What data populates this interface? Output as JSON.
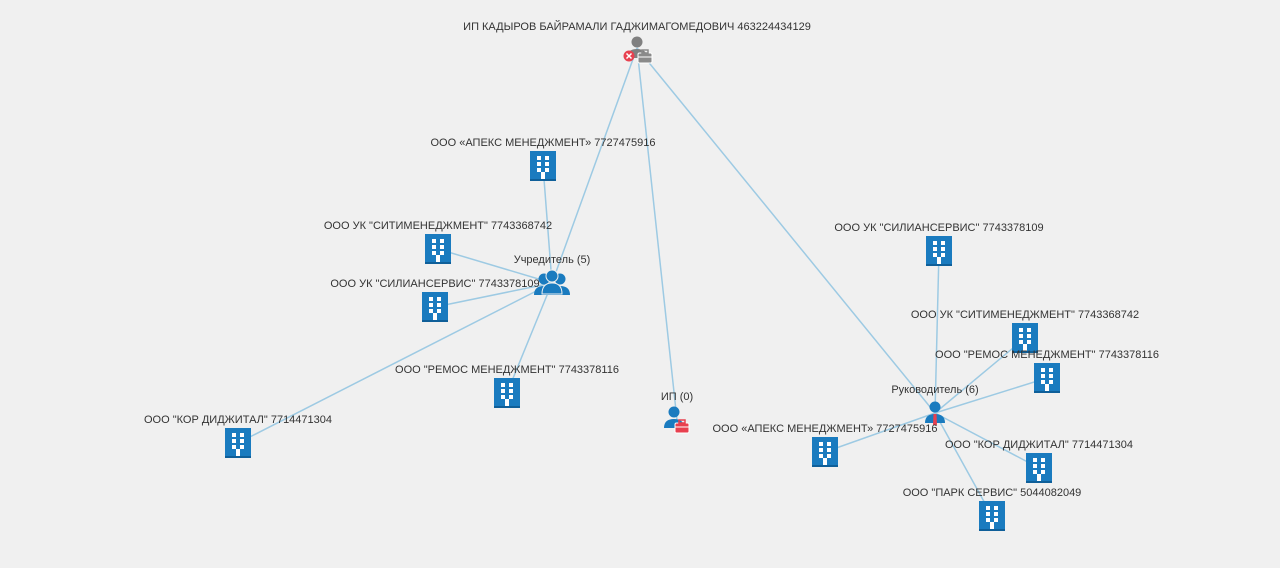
{
  "colors": {
    "edge": "#9dcae3",
    "building": "#1a7bbf",
    "person": "#1a7bbf",
    "root_person": "#808080",
    "alert": "#e8404f",
    "background": "#f0f0f0"
  },
  "root": {
    "id": "root",
    "label": "ИП КАДЫРОВ БАЙРАМАЛИ ГАДЖИМАГОМЕДОВИЧ 463224434129",
    "icon": "person-briefcase-inactive-icon"
  },
  "groups": [
    {
      "id": "founder",
      "label": "Учредитель (5)",
      "icon": "people-group-icon"
    },
    {
      "id": "ip",
      "label": "ИП (0)",
      "icon": "person-briefcase-icon"
    },
    {
      "id": "director",
      "label": "Руководитель (6)",
      "icon": "person-tie-icon"
    }
  ],
  "companies": [
    {
      "id": "f1",
      "group": "founder",
      "label": "ООО «АПЕКС МЕНЕДЖМЕНТ» 7727475916"
    },
    {
      "id": "f2",
      "group": "founder",
      "label": "ООО УК \"СИТИМЕНЕДЖМЕНТ\" 7743368742"
    },
    {
      "id": "f3",
      "group": "founder",
      "label": "ООО УК \"СИЛИАНСЕРВИС\" 7743378109"
    },
    {
      "id": "f4",
      "group": "founder",
      "label": "ООО \"РЕМОС МЕНЕДЖМЕНТ\" 7743378116"
    },
    {
      "id": "f5",
      "group": "founder",
      "label": "ООО \"КОР ДИДЖИТАЛ\" 7714471304"
    },
    {
      "id": "d1",
      "group": "director",
      "label": "ООО УК \"СИЛИАНСЕРВИС\" 7743378109"
    },
    {
      "id": "d2",
      "group": "director",
      "label": "ООО УК \"СИТИМЕНЕДЖМЕНТ\" 7743368742"
    },
    {
      "id": "d3",
      "group": "director",
      "label": "ООО \"РЕМОС МЕНЕДЖМЕНТ\" 7743378116"
    },
    {
      "id": "d4",
      "group": "director",
      "label": "ООО «АПЕКС МЕНЕДЖМЕНТ» 7727475916"
    },
    {
      "id": "d5",
      "group": "director",
      "label": "ООО \"КОР ДИДЖИТАЛ\" 7714471304"
    },
    {
      "id": "d6",
      "group": "director",
      "label": "ООО \"ПАРК СЕРВИС\" 5044082049"
    }
  ]
}
